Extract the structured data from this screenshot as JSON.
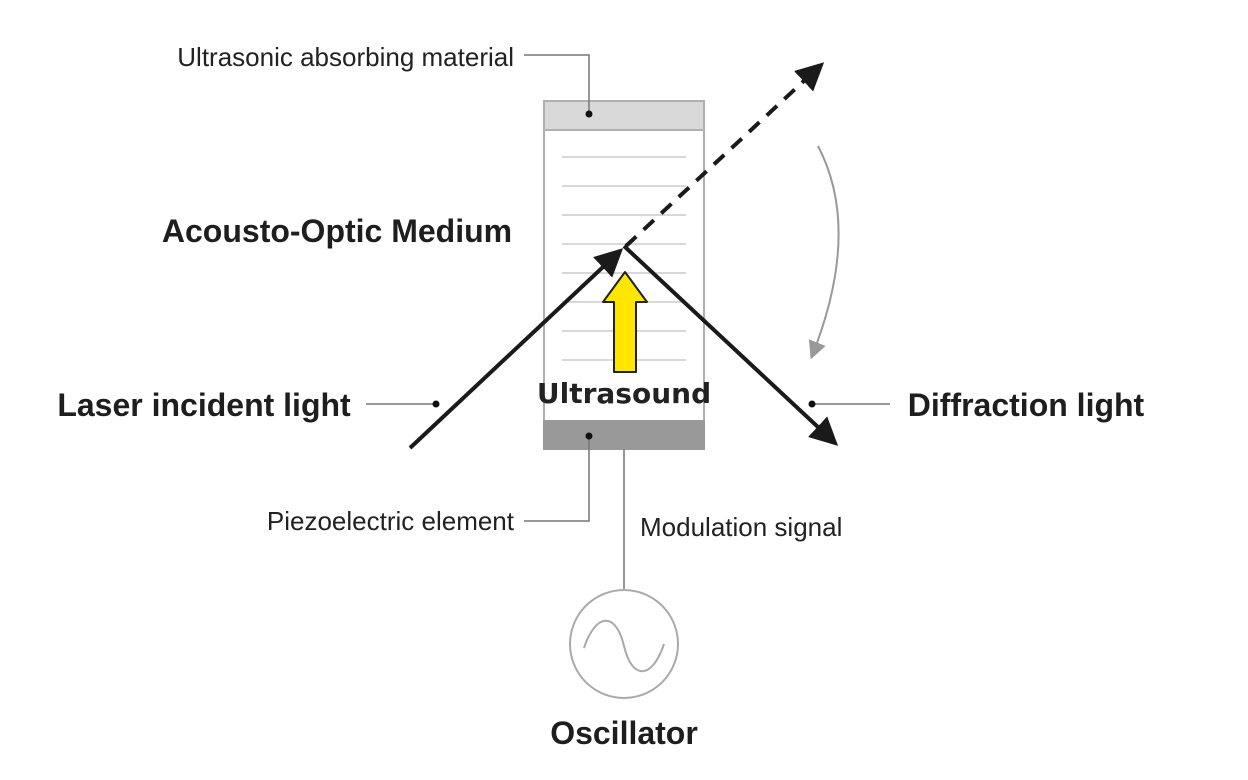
{
  "labels": {
    "absorbing_material": "Ultrasonic absorbing material",
    "medium": "Acousto-Optic Medium",
    "incident": "Laser incident light",
    "ultrasound": "Ultrasound",
    "diffraction": "Diffraction light",
    "piezo": "Piezoelectric element",
    "modulation": "Modulation signal",
    "oscillator": "Oscillator"
  },
  "colors": {
    "beam": "#1a1a1a",
    "ultrasound_arrow": "#ffe600",
    "absorber": "#d9d9d9",
    "piezo": "#999999",
    "leader": "#777777",
    "outline": "#b0b0b0"
  },
  "medium": {
    "wavefront_count": 8
  },
  "icons": {
    "oscillator": "sine-wave-icon"
  }
}
